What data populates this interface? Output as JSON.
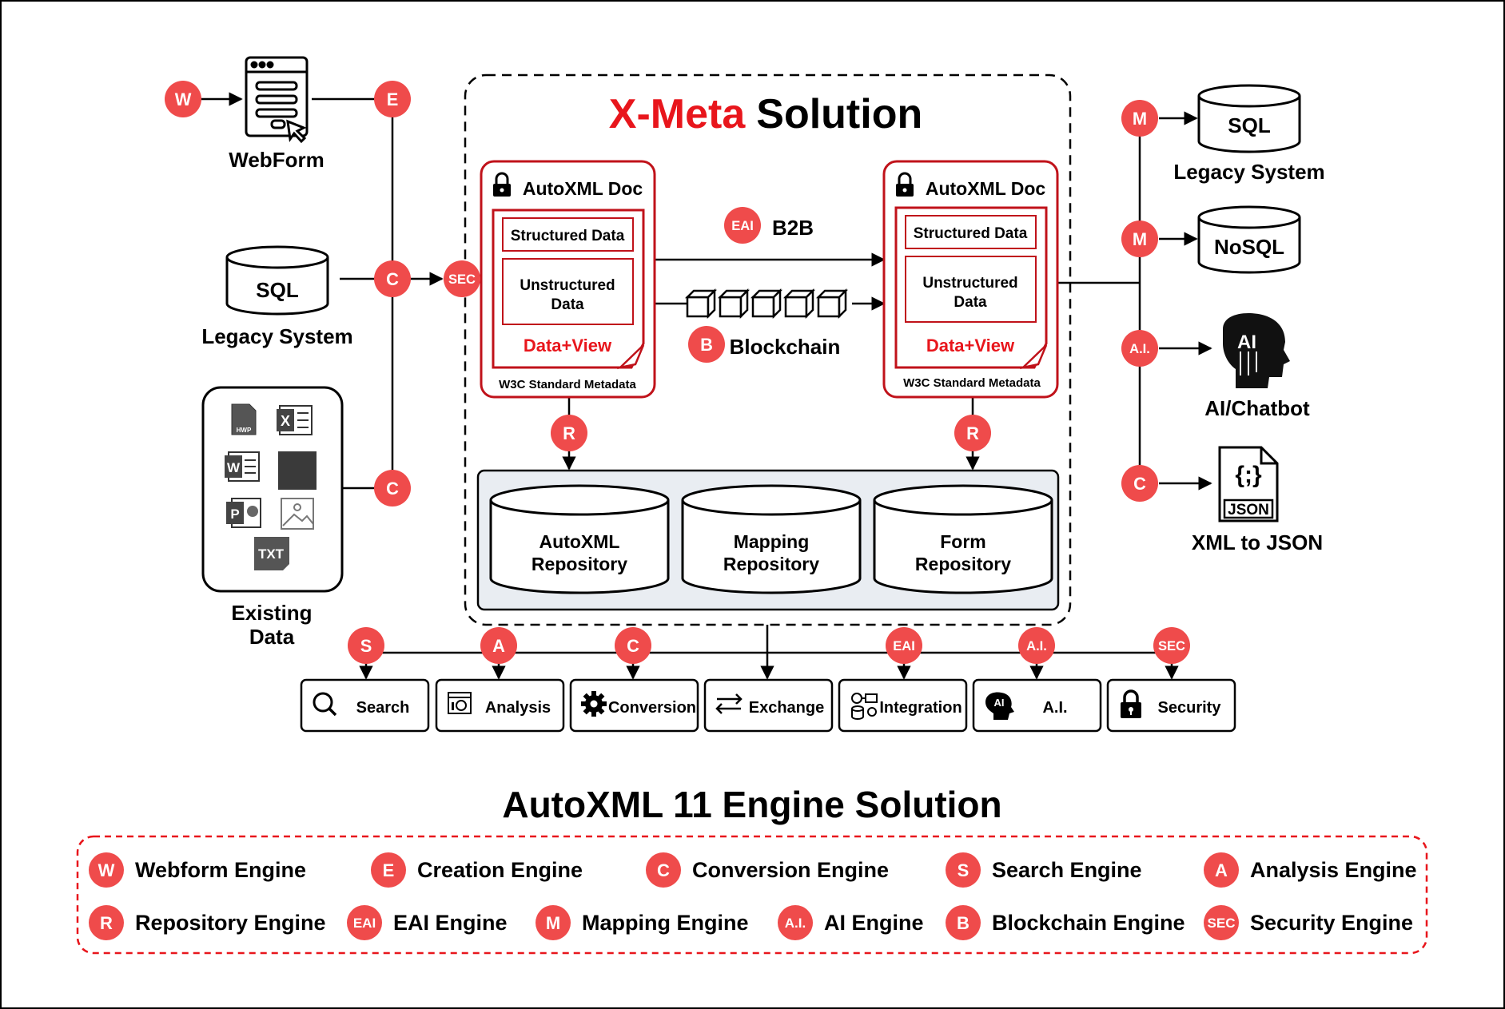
{
  "colors": {
    "accent": "#ef4b4b",
    "title_red": "#e8161c",
    "border_red": "#c0121a",
    "dark": "#000000",
    "panel": "#e9edf2",
    "icon_dark": "#3a3a3a"
  },
  "solution": {
    "title_part1": "X-Meta",
    "title_part2": "Solution"
  },
  "left": {
    "webform_label": "WebForm",
    "legacy_db": "SQL",
    "legacy_label": "Legacy System",
    "existing_label_line1": "Existing",
    "existing_label_line2": "Data",
    "file_hwp": "HWP",
    "file_xls": "X",
    "file_doc": "W",
    "file_ppt": "P",
    "file_txt": "TXT"
  },
  "docs": {
    "title": "AutoXML Doc",
    "structured": "Structured Data",
    "unstructured_line1": "Unstructured",
    "unstructured_line2": "Data",
    "data_view": "Data+View",
    "footer": "W3C Standard Metadata"
  },
  "middle": {
    "b2b": "B2B",
    "blockchain": "Blockchain"
  },
  "repositories": [
    {
      "line1": "AutoXML",
      "line2": "Repository"
    },
    {
      "line1": "Mapping",
      "line2": "Repository"
    },
    {
      "line1": "Form",
      "line2": "Repository"
    }
  ],
  "right": {
    "sql_db": "SQL",
    "legacy_label": "Legacy System",
    "nosql_db": "NoSQL",
    "ai_icon_text": "AI",
    "ai_label": "AI/Chatbot",
    "json_icon_braces": "{;}",
    "json_icon_text": "JSON",
    "json_label": "XML to JSON"
  },
  "badges": {
    "W": "W",
    "E": "E",
    "C": "C",
    "SEC": "SEC",
    "R": "R",
    "M": "M",
    "AI": "A.I.",
    "EAI": "EAI",
    "B": "B",
    "S": "S",
    "A": "A"
  },
  "engines_bar": [
    {
      "label": "Search",
      "icon": "search-icon"
    },
    {
      "label": "Analysis",
      "icon": "analysis-icon"
    },
    {
      "label": "Conversion",
      "icon": "gear-icon"
    },
    {
      "label": "Exchange",
      "icon": "exchange-arrows-icon"
    },
    {
      "label": "Integration",
      "icon": "integration-icon"
    },
    {
      "label": "A.I.",
      "icon": "ai-head-icon"
    },
    {
      "label": "Security",
      "icon": "lock-icon"
    }
  ],
  "legend": {
    "title": "AutoXML 11 Engine Solution",
    "items": [
      {
        "badge": "W",
        "label": "Webform Engine"
      },
      {
        "badge": "E",
        "label": "Creation Engine"
      },
      {
        "badge": "C",
        "label": "Conversion Engine"
      },
      {
        "badge": "S",
        "label": "Search Engine"
      },
      {
        "badge": "A",
        "label": "Analysis Engine"
      },
      {
        "badge": "R",
        "label": "Repository Engine"
      },
      {
        "badge": "EAI",
        "label": "EAI Engine"
      },
      {
        "badge": "M",
        "label": "Mapping Engine"
      },
      {
        "badge": "A.I.",
        "label": "AI Engine"
      },
      {
        "badge": "B",
        "label": "Blockchain Engine"
      },
      {
        "badge": "SEC",
        "label": "Security Engine"
      }
    ]
  }
}
